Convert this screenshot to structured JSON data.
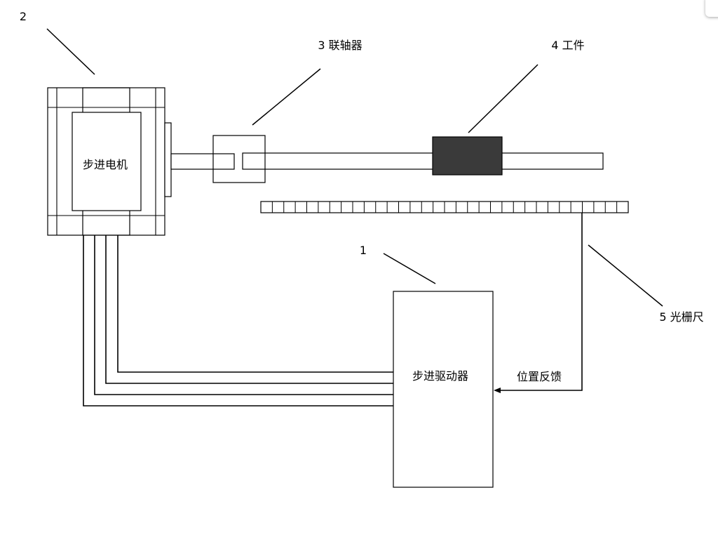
{
  "labels": {
    "motor_number": "2",
    "motor_name": "步进电机",
    "coupling": "3 联轴器",
    "workpiece": "4 工件",
    "driver_number": "1",
    "driver_name": "步进驱动器",
    "grating": "5 光栅尺",
    "feedback": "位置反馈"
  },
  "colors": {
    "line": "#000000",
    "workpiece_fill": "#3a3a3a",
    "background": "#ffffff"
  }
}
